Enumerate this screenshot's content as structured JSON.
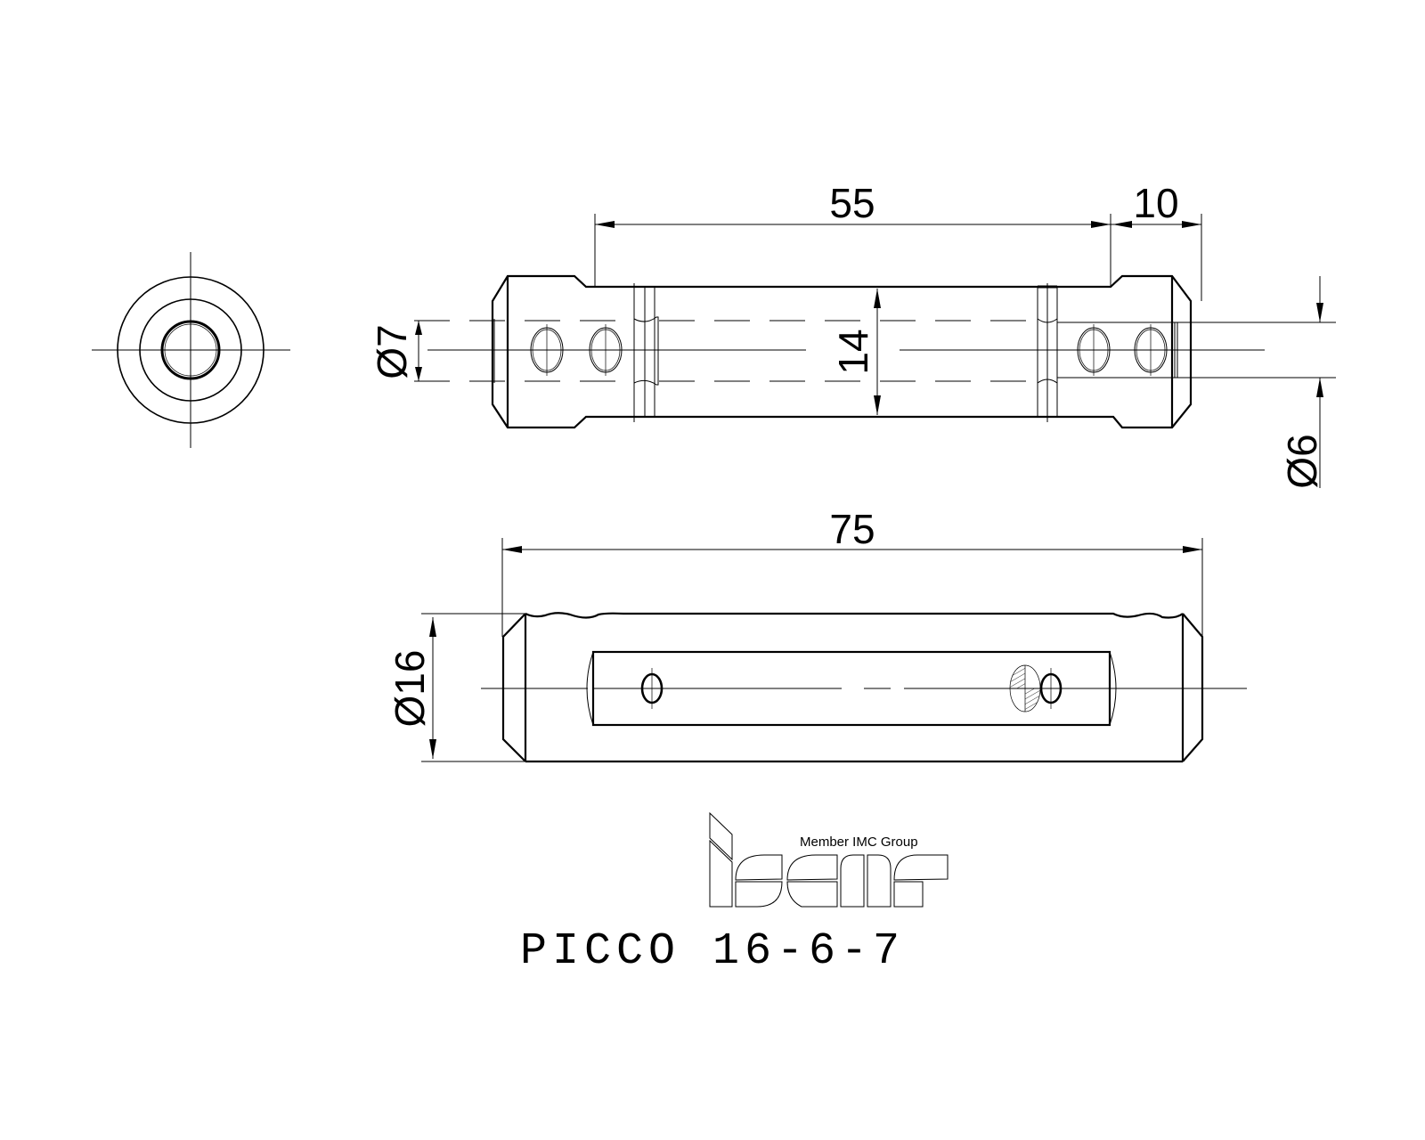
{
  "drawing": {
    "part_number": "PICCO 16-6-7",
    "logo": {
      "brand": "iscar",
      "tagline": "Member IMC Group"
    },
    "dimensions": {
      "length_55": "55",
      "length_10": "10",
      "length_75": "75",
      "height_14": "14",
      "dia_7": "Ø7",
      "dia_6": "Ø6",
      "dia_16": "Ø16"
    },
    "views": [
      "end-view",
      "front-view-sectioned",
      "side-view"
    ],
    "colors": {
      "line": "#000000",
      "background": "#ffffff"
    }
  }
}
